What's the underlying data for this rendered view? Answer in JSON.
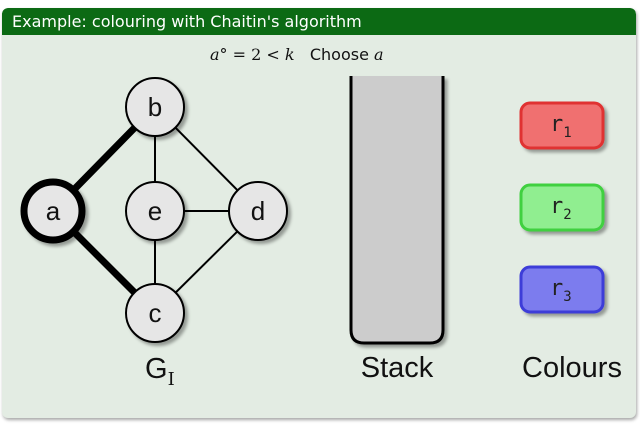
{
  "slide": {
    "title": "Example: colouring with Chaitin's algorithm",
    "condition": {
      "var": "a",
      "expr": "° = 2 < ",
      "k": "k",
      "action": "Choose",
      "choice": "a"
    }
  },
  "graph": {
    "label": "G",
    "label_sub": "I",
    "nodes": {
      "a": "a",
      "b": "b",
      "c": "c",
      "d": "d",
      "e": "e"
    },
    "edges": [
      {
        "from": "a",
        "to": "b",
        "highlighted": true
      },
      {
        "from": "a",
        "to": "c",
        "highlighted": true
      },
      {
        "from": "b",
        "to": "e",
        "highlighted": false
      },
      {
        "from": "b",
        "to": "d",
        "highlighted": false
      },
      {
        "from": "e",
        "to": "d",
        "highlighted": false
      },
      {
        "from": "e",
        "to": "c",
        "highlighted": false
      },
      {
        "from": "c",
        "to": "d",
        "highlighted": false
      }
    ],
    "selected_node": "a"
  },
  "stack": {
    "label": "Stack",
    "items": [],
    "fill_color": "#cccccc"
  },
  "colours": {
    "label": "Colours",
    "registers": [
      {
        "name": "r",
        "sub": "1",
        "fill": "#f07070",
        "stroke": "#e03030"
      },
      {
        "name": "r",
        "sub": "2",
        "fill": "#90ee90",
        "stroke": "#40d040"
      },
      {
        "name": "r",
        "sub": "3",
        "fill": "#7b7bee",
        "stroke": "#3d3dd8"
      }
    ]
  }
}
